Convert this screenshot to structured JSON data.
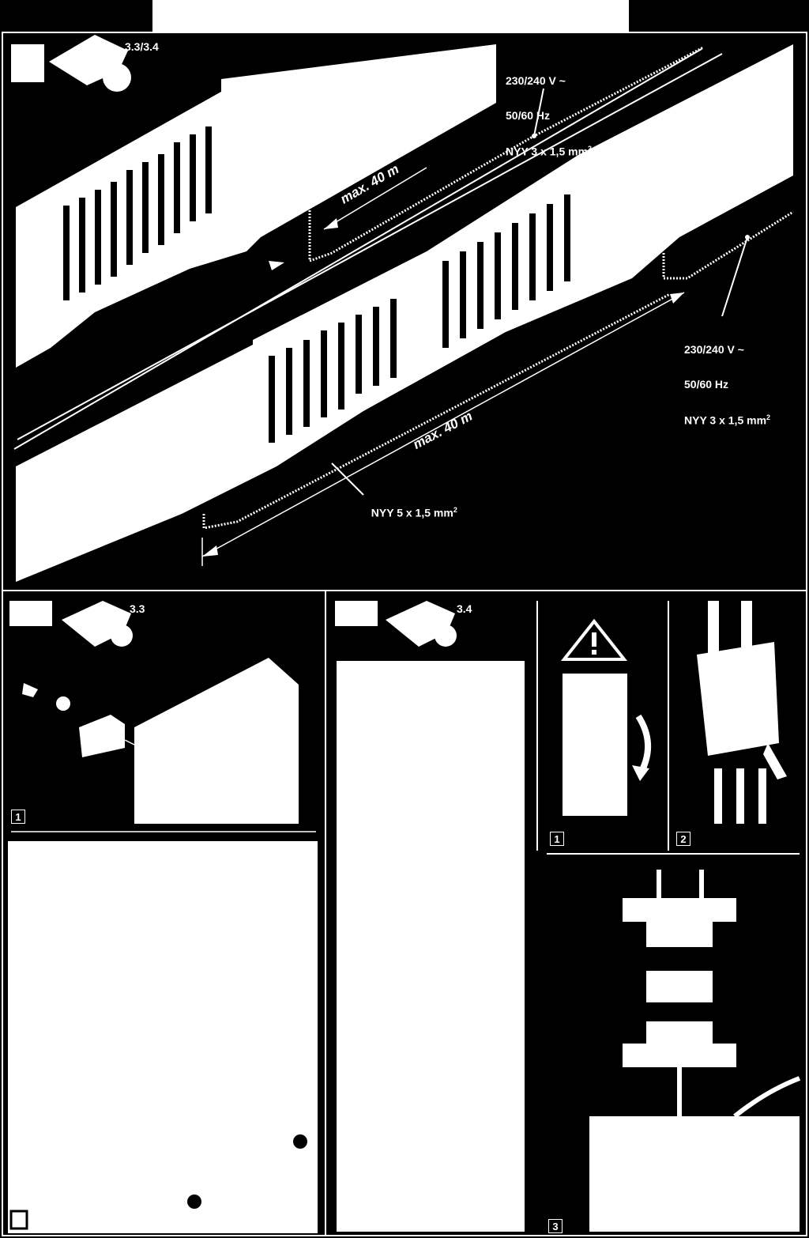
{
  "top_panel": {
    "ref_badge": "3.3/3.4",
    "power_label_top": {
      "line1": "230/240 V ~",
      "line2": "50/60 Hz",
      "line3": "NYY 3 x 1,5 mm",
      "sup": "2"
    },
    "power_label_right": {
      "line1": "230/240 V ~",
      "line2": "50/60 Hz",
      "line3": "NYY 3 x 1,5 mm",
      "sup": "2"
    },
    "distance_label_upper": "max. 40 m",
    "distance_label_lower": "max. 40 m",
    "cable_label": {
      "text": "NYY 5 x 1,5 mm",
      "sup": "2"
    }
  },
  "bottom_left_panel": {
    "ref_badge": "3.3",
    "step_number": "1"
  },
  "bottom_middle_panel": {
    "ref_badge": "3.4"
  },
  "bottom_right_panel": {
    "step_1": "1",
    "step_2": "2",
    "step_3": "3",
    "warning_icon": "warning-triangle-icon"
  }
}
